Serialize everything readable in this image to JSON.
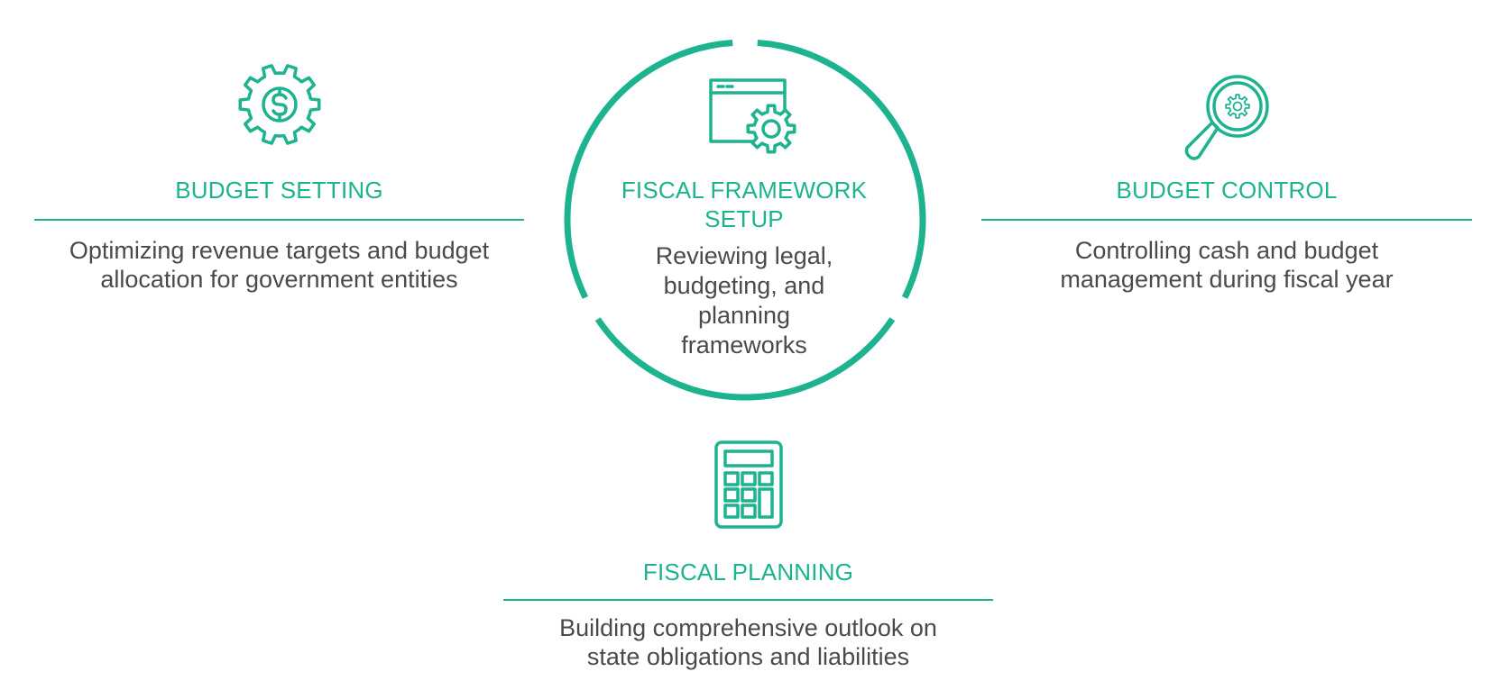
{
  "accent_color": "#1db38f",
  "text_color": "#4a4a4a",
  "center": {
    "icon": "window-gear-icon",
    "title_lines": [
      "FISCAL FRAMEWORK",
      "SETUP"
    ],
    "desc_lines": [
      "Reviewing legal,",
      "budgeting, and",
      "planning",
      "frameworks"
    ]
  },
  "budget_setting": {
    "icon": "dollar-gear-icon",
    "title": "BUDGET SETTING",
    "desc_lines": [
      "Optimizing revenue targets and budget",
      "allocation for government entities"
    ]
  },
  "budget_control": {
    "icon": "magnifier-gear-icon",
    "title": "BUDGET CONTROL",
    "desc_lines": [
      "Controlling cash and budget",
      "management during fiscal year"
    ]
  },
  "fiscal_planning": {
    "icon": "calculator-icon",
    "title": "FISCAL PLANNING",
    "desc_lines": [
      "Building comprehensive outlook on",
      "state obligations and liabilities"
    ]
  }
}
